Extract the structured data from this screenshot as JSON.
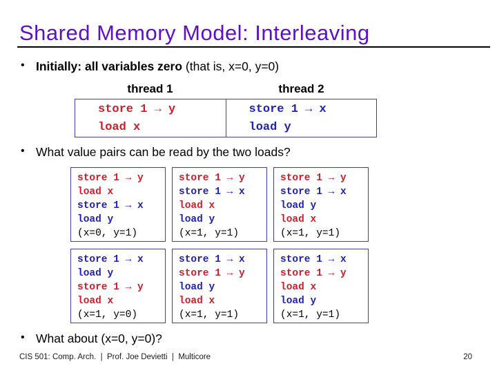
{
  "colors": {
    "title_purple": "#5c10c9",
    "code_red": "#cc1f2b",
    "code_blue": "#2222b2",
    "box_border": "#3f3f9e"
  },
  "bullet_char": "•",
  "title": "Shared Memory Model: Interleaving",
  "bullets": {
    "initially_bold": "Initially: all variables zero",
    "initially_rest": " (that is, x=0, y=0)",
    "question_loads": "What value pairs can be read by the two loads?",
    "question_zero": "What about (x=0, y=0)?"
  },
  "threads": {
    "thread1_header": "thread 1",
    "thread2_header": "thread 2",
    "thread1": [
      {
        "text": "store 1 → y",
        "color": "red"
      },
      {
        "text": "load x",
        "color": "red"
      }
    ],
    "thread2": [
      {
        "text": "store 1 → x",
        "color": "blue"
      },
      {
        "text": "load y",
        "color": "blue"
      }
    ]
  },
  "interleavings": [
    {
      "lines": [
        {
          "text": "store 1 → y",
          "color": "red"
        },
        {
          "text": "load x",
          "color": "red"
        },
        {
          "text": "store 1 → x",
          "color": "blue"
        },
        {
          "text": "load y",
          "color": "blue"
        }
      ],
      "result": "(x=0, y=1)"
    },
    {
      "lines": [
        {
          "text": "store 1 → y",
          "color": "red"
        },
        {
          "text": "store 1 → x",
          "color": "blue"
        },
        {
          "text": "load x",
          "color": "red"
        },
        {
          "text": "load y",
          "color": "blue"
        }
      ],
      "result": "(x=1, y=1)"
    },
    {
      "lines": [
        {
          "text": "store 1 → y",
          "color": "red"
        },
        {
          "text": "store 1 → x",
          "color": "blue"
        },
        {
          "text": "load y",
          "color": "blue"
        },
        {
          "text": "load x",
          "color": "red"
        }
      ],
      "result": "(x=1, y=1)"
    },
    {
      "lines": [
        {
          "text": "store 1 → x",
          "color": "blue"
        },
        {
          "text": "load y",
          "color": "blue"
        },
        {
          "text": "store 1 → y",
          "color": "red"
        },
        {
          "text": "load x",
          "color": "red"
        }
      ],
      "result": "(x=1, y=0)"
    },
    {
      "lines": [
        {
          "text": "store 1 → x",
          "color": "blue"
        },
        {
          "text": "store 1 → y",
          "color": "red"
        },
        {
          "text": "load y",
          "color": "blue"
        },
        {
          "text": "load x",
          "color": "red"
        }
      ],
      "result": "(x=1, y=1)"
    },
    {
      "lines": [
        {
          "text": "store 1 → x",
          "color": "blue"
        },
        {
          "text": "store 1 → y",
          "color": "red"
        },
        {
          "text": "load x",
          "color": "red"
        },
        {
          "text": "load y",
          "color": "blue"
        }
      ],
      "result": "(x=1, y=1)"
    }
  ],
  "footer": {
    "left": "CIS 501: Comp. Arch.  |  Prof. Joe Devietti  |  Multicore",
    "page": "20"
  }
}
